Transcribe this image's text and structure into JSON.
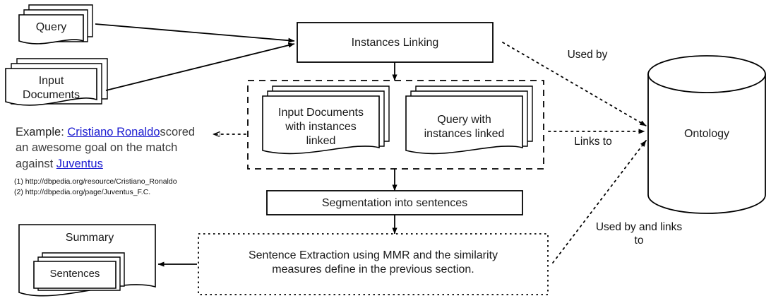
{
  "diagram": {
    "title": "Ontology-based summarization pipeline",
    "nodes": {
      "query": "Query",
      "input_documents": "Input\nDocuments",
      "instances_linking": "Instances Linking",
      "input_docs_linked": "Input Documents\nwith instances\nlinked",
      "query_linked": "Query with\ninstances linked",
      "segmentation": "Segmentation into sentences",
      "sentence_extraction": "Sentence Extraction using MMR and the similarity\nmeasures define in the previous section.",
      "ontology": "Ontology",
      "summary": "Summary",
      "sentences": "Sentences"
    },
    "edge_labels": {
      "used_by": "Used by",
      "links_to": "Links to",
      "used_by_and_links_to": "Used by and links\nto"
    },
    "example": {
      "lead": "Example: ",
      "link1": "Cristiano Ronaldo",
      "middle": "scored an awesome goal on the match against ",
      "link2": "Juventus"
    },
    "references": [
      "(1) http://dbpedia.org/resource/Cristiano_Ronaldo",
      "(2) http://dbpedia.org/page/Juventus_F.C."
    ],
    "colors": {
      "stroke": "#000000",
      "text": "#1a1a1a",
      "link": "#1a1ad0",
      "background": "#ffffff"
    }
  }
}
